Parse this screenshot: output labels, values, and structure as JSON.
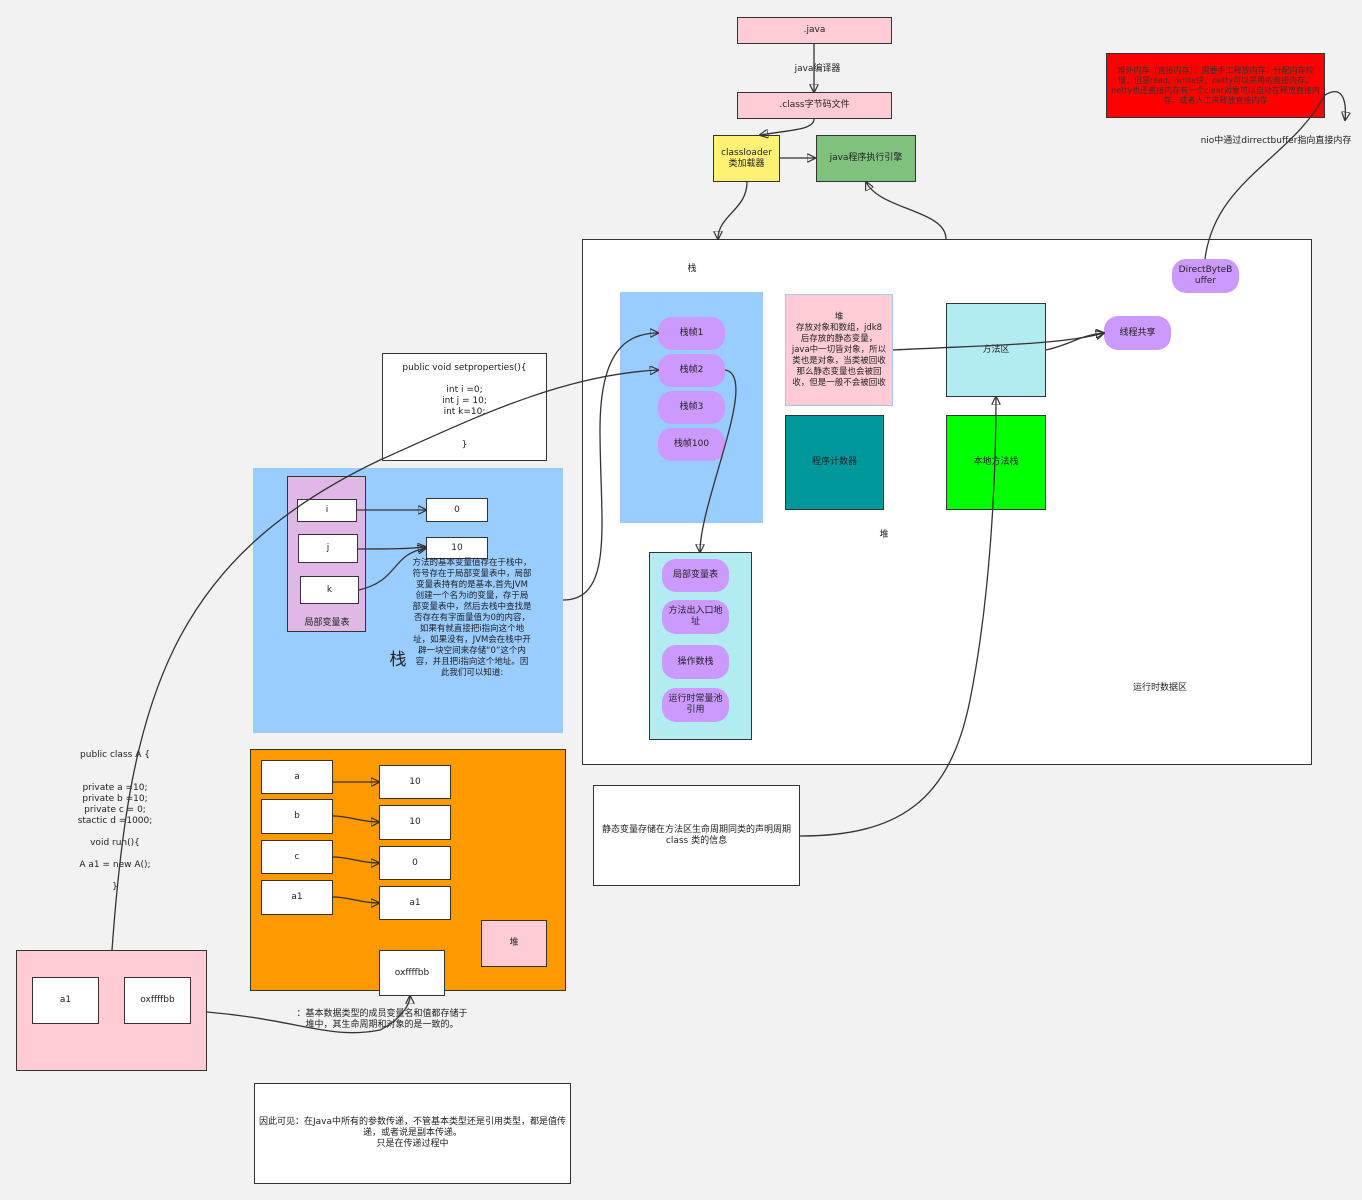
{
  "pipeline": {
    "java": ".java",
    "compile": "java编译器",
    "class_file": ".class字节码文件",
    "classloader": "classloader\n类加载器",
    "engine": "java程序执行引擎"
  },
  "direct_memory": {
    "text": "堆外内存（直接内存）：需要手工释放内存，分配内存较慢，但是read、write快，netty可以采用的直接内存，netty也还直接内存有一个clear对象可以自动在释放直接内存，或者人工来释放直接内存",
    "nio_label": "nio中通过dirrectbuffer指向直接内存",
    "direct_byte_buffer": "DirectByteB\nuffer"
  },
  "runtime": {
    "title": "运行时数据区",
    "stack_label": "栈",
    "heap_label": "堆",
    "frames": [
      "栈帧1",
      "栈帧2",
      "栈帧3",
      "栈帧100"
    ],
    "heap_desc": "堆\n存放对象和数组，jdk8\n后存放的静态变量，\njava中一切皆对象，所以\n类也是对象，当类被回收\n那么静态变量也会被回\n收，但是一般不会被回收",
    "method_area": "方法区",
    "thread_shared": "线程共享",
    "pc": "程序计数器",
    "native_stack": "本地方法栈",
    "frame_parts": [
      "局部变量表",
      "方法出入口地\n址",
      "操作数栈",
      "运行时常量池\n引用"
    ]
  },
  "static_note": "静态变量存储在方法区生命周期同类的声明周期\nclass 类的信息",
  "method_code": "public  void    setproperties(){\n\nint i =0;\nint j = 10;\nint k=10;\n\n\n}",
  "stack_demo": {
    "vars": [
      "i",
      "j",
      "k"
    ],
    "values": [
      "0",
      "10"
    ],
    "local_table": "局部变量表",
    "big_label": "栈",
    "desc": "方法的基本变量值存在于栈中，\n符号存在于局部变量表中，局部\n变量表持有的是基本,首先JVM\n创建一个名为i的变量，存于局\n部变量表中，然后去栈中查找是\n否存在有字面量值为0的内容，\n如果有就直接把i指向这个地\n址，如果没有，JVM会在栈中开\n辟一块空间来存储“0”这个内\n容，并且把i指向这个地址。因\n此我们可以知道:"
  },
  "class_code": "public  class   A {\n\n\nprivate  a  =10;\nprivate  b  =10;\nprivate  c  = 0;\nstactic  d  =1000;\n\nvoid run(){\n\nA  a1 = new A();\n\n}",
  "heap_demo": {
    "fields": [
      "a",
      "b",
      "c",
      "a1"
    ],
    "values": [
      "10",
      "10",
      "0",
      "a1"
    ],
    "heap_tag": "堆",
    "address": "oxffffbb"
  },
  "ref_box": {
    "name": "a1",
    "address": "oxffffbb"
  },
  "heap_note": "：基本数据类型的成员变量名和值都存储于\n堆中，其生命周期和对象的是一致的。",
  "conclusion": "因此可见：在Java中所有的参数传递，不管基本类型还是引用类型，都是值传\n递，或者说是副本传递。\n只是在传递过程中",
  "colors": {
    "pink": "#ffccd5",
    "yellow": "#fff176",
    "green": "#7ec27e",
    "red": "#ff0000",
    "lightblue": "#99ccff",
    "cyan": "#b3ebf2",
    "purple": "#cc99ff",
    "teal": "#00999b",
    "lime": "#00ff00",
    "orange": "#ff9900",
    "lavender": "#dfb8e6"
  }
}
